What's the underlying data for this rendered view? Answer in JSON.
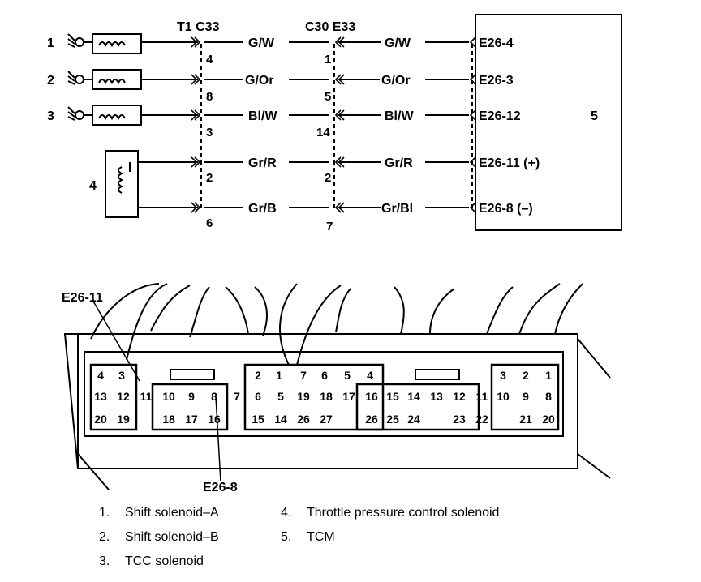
{
  "wiring": {
    "connector_t1": "T1 C33",
    "connector_c30": "C30 E33",
    "component_numbers": [
      "1",
      "2",
      "3",
      "4"
    ],
    "tcm_number": "5",
    "rows": [
      {
        "t1_pin": "4",
        "wire_left": "G/W",
        "c30_pin": "1",
        "wire_right": "G/W",
        "tcm_pin": "E26-4"
      },
      {
        "t1_pin": "8",
        "wire_left": "G/Or",
        "c30_pin": "5",
        "wire_right": "G/Or",
        "tcm_pin": "E26-3"
      },
      {
        "t1_pin": "3",
        "wire_left": "Bl/W",
        "c30_pin": "14",
        "wire_right": "Bl/W",
        "tcm_pin": "E26-12"
      },
      {
        "t1_pin": "2",
        "wire_left": "Gr/R",
        "c30_pin": "2",
        "wire_right": "Gr/R",
        "tcm_pin": "E26-11 (+)"
      },
      {
        "t1_pin": "6",
        "wire_left": "Gr/B",
        "c30_pin": "7",
        "wire_right": "Gr/Bl",
        "tcm_pin": "E26-8 (–)"
      }
    ]
  },
  "connector": {
    "label_top": "E26-11",
    "label_bottom": "E26-8",
    "pins": [
      "4",
      "3",
      "2",
      "1",
      "7",
      "6",
      "5",
      "4",
      "3",
      "2",
      "1",
      "13",
      "12",
      "11",
      "10",
      "9",
      "8",
      "7",
      "6",
      "5",
      "19",
      "18",
      "17",
      "16",
      "15",
      "14",
      "13",
      "12",
      "11",
      "10",
      "9",
      "8",
      "20",
      "19",
      "18",
      "17",
      "16",
      "15",
      "14",
      "26",
      "27",
      "26",
      "25",
      "24",
      "23",
      "22",
      "21",
      "20"
    ]
  },
  "legend": [
    {
      "num": "1.",
      "text": "Shift solenoid–A"
    },
    {
      "num": "2.",
      "text": "Shift solenoid–B"
    },
    {
      "num": "3.",
      "text": "TCC solenoid"
    },
    {
      "num": "4.",
      "text": "Throttle pressure control solenoid"
    },
    {
      "num": "5.",
      "text": "TCM"
    }
  ]
}
